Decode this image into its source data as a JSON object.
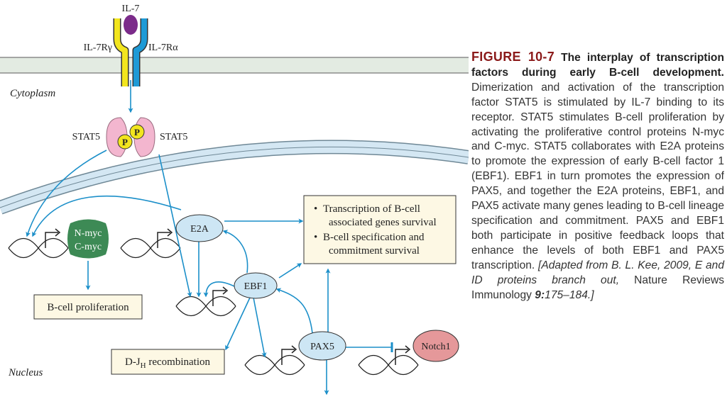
{
  "diagram": {
    "ligand_label": "IL-7",
    "receptor_gamma_label": "IL-7Rγ",
    "receptor_alpha_label": "IL-7Rα",
    "cytoplasm_label": "Cytoplasm",
    "nucleus_label": "Nucleus",
    "stat5_left_label": "STAT5",
    "stat5_right_label": "STAT5",
    "phospho_label": "P",
    "nmyc_label": "N-myc",
    "cmyc_label": "C-myc",
    "e2a_label": "E2A",
    "ebf1_label": "EBF1",
    "pax5_label": "PAX5",
    "notch1_label": "Notch1",
    "b_cell_proliferation_label": "B-cell proliferation",
    "djh_main": "D-J",
    "djh_sub": "H",
    "djh_rest": " recombination",
    "bullet": "•",
    "box_line1": "Transcription of B-cell",
    "box_line2": "associated genes survival",
    "box_line3": "B-cell specification and",
    "box_line4": "commitment survival"
  },
  "caption": {
    "figure_number": "FIGURE 10-7",
    "title": "The interplay of transcription factors during early B-cell development.",
    "body": "Dimerization and activation of the transcription factor STAT5 is stimulated by IL-7 binding to its receptor. STAT5 stimulates B-cell proliferation by activating the proliferative control proteins N-myc and C-myc. STAT5 collaborates with E2A proteins to promote the expression of early B-cell factor 1 (EBF1). EBF1 in turn promotes the expression of PAX5, and together the E2A proteins, EBF1, and PAX5 activate many genes leading to B-cell lineage specification and commitment. PAX5 and EBF1 both participate in positive feedback loops that enhance the levels of both EBF1 and PAX5 transcription.",
    "adapted_prefix": "[Adapted from B. L. Kee, 2009, E and ID proteins branch out,",
    "journal": "Nature Reviews Immunology",
    "volume": "9:",
    "pages": "175–184.]"
  },
  "colors": {
    "arrow_blue": "#1b8fc9",
    "membrane_fill": "#e3ebe2",
    "nuclear_envelope": "#d4e7f3",
    "receptor_yellow": "#f2e51e",
    "receptor_blue": "#1e9ad6",
    "il7_purple": "#7b2b8a",
    "stat5_pink": "#f3b6cf",
    "myc_green": "#3d8a55",
    "factor_blue": "#cde6f4",
    "notch_red": "#e5989a",
    "box_fill": "#fdf8e4",
    "figure_red": "#8b1a1a"
  }
}
